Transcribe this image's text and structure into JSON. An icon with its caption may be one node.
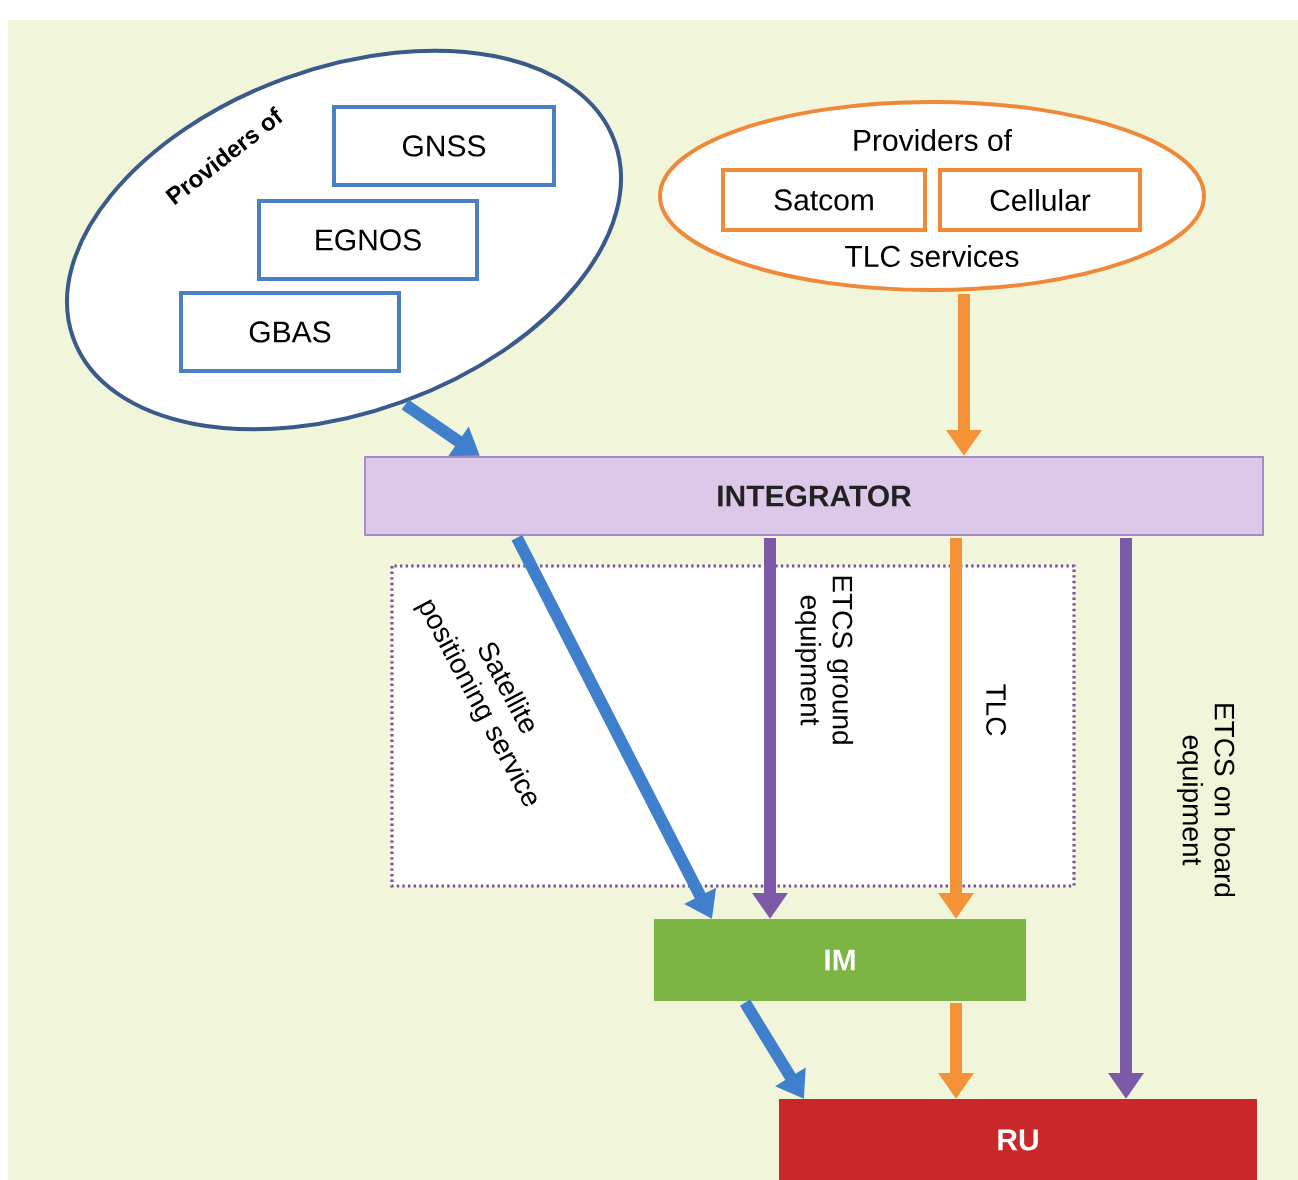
{
  "diagram": {
    "nodes": [
      {
        "text": [
          "Providers of"
        ]
      },
      {
        "text": [
          "GNSS"
        ],
        "in": 0
      },
      {
        "text": [
          "EGNOS"
        ],
        "in": 0
      },
      {
        "text": [
          "GBAS"
        ],
        "in": 0
      },
      {
        "text": [
          "Providers of",
          "TLC services"
        ]
      },
      {
        "text": [
          "Satcom"
        ],
        "in": 4
      },
      {
        "text": [
          "Cellular"
        ],
        "in": 4
      },
      {
        "text": [
          "INTEGRATOR"
        ]
      },
      {
        "text": [
          "IM"
        ]
      },
      {
        "text": [
          "RU"
        ]
      }
    ],
    "edges": [
      {
        "from": 0,
        "to": 7,
        "arrow": "to",
        "color": "#3f7fcb"
      },
      {
        "from": 4,
        "to": 7,
        "arrow": "to",
        "color": "#f39237"
      },
      {
        "from": 7,
        "to": 8,
        "arrow": "to",
        "label": "Satellite positioning service",
        "color": "#3f7fcb"
      },
      {
        "from": 7,
        "to": 8,
        "arrow": "to",
        "label": "ETCS ground equipment",
        "color": "#7c5aa8"
      },
      {
        "from": 7,
        "to": 8,
        "arrow": "to",
        "label": "TLC",
        "color": "#f39237"
      },
      {
        "from": 7,
        "to": 9,
        "arrow": "to",
        "label": "ETCS on board equipment",
        "color": "#7c5aa8"
      },
      {
        "from": 8,
        "to": 9,
        "arrow": "to",
        "color": "#3f7fcb"
      },
      {
        "from": 8,
        "to": 9,
        "arrow": "to",
        "color": "#f39237"
      }
    ]
  }
}
